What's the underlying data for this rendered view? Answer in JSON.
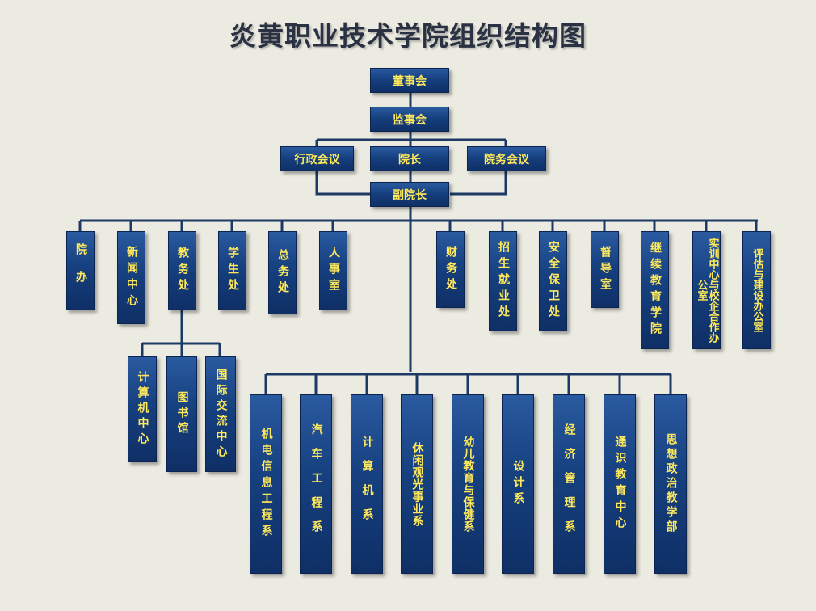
{
  "title": "炎黄职业技术学院组织结构图",
  "leadership": {
    "board": "董事会",
    "supervisors": "监事会",
    "admin_meeting": "行政会议",
    "president": "院长",
    "affairs_meeting": "院务会议",
    "vice_president": "副院长"
  },
  "departments_left": [
    "院办",
    "新闻中心",
    "教务处",
    "学生处",
    "总务处",
    "人事室"
  ],
  "departments_right": [
    "财务处",
    "招生就业处",
    "安全保卫处",
    "督导室",
    "继续教育学院",
    "实训中心与校企合作办公室",
    "评估与建设办公室"
  ],
  "academic_affairs_units": [
    "计算机中心",
    "图书馆",
    "国际交流中心"
  ],
  "faculties": [
    "机电信息工程系",
    "汽车工程系",
    "计算机系",
    "休闲观光事业系",
    "幼儿教育与保健系",
    "设计系",
    "经济管理系",
    "通识教育中心",
    "思想政治教学部"
  ]
}
